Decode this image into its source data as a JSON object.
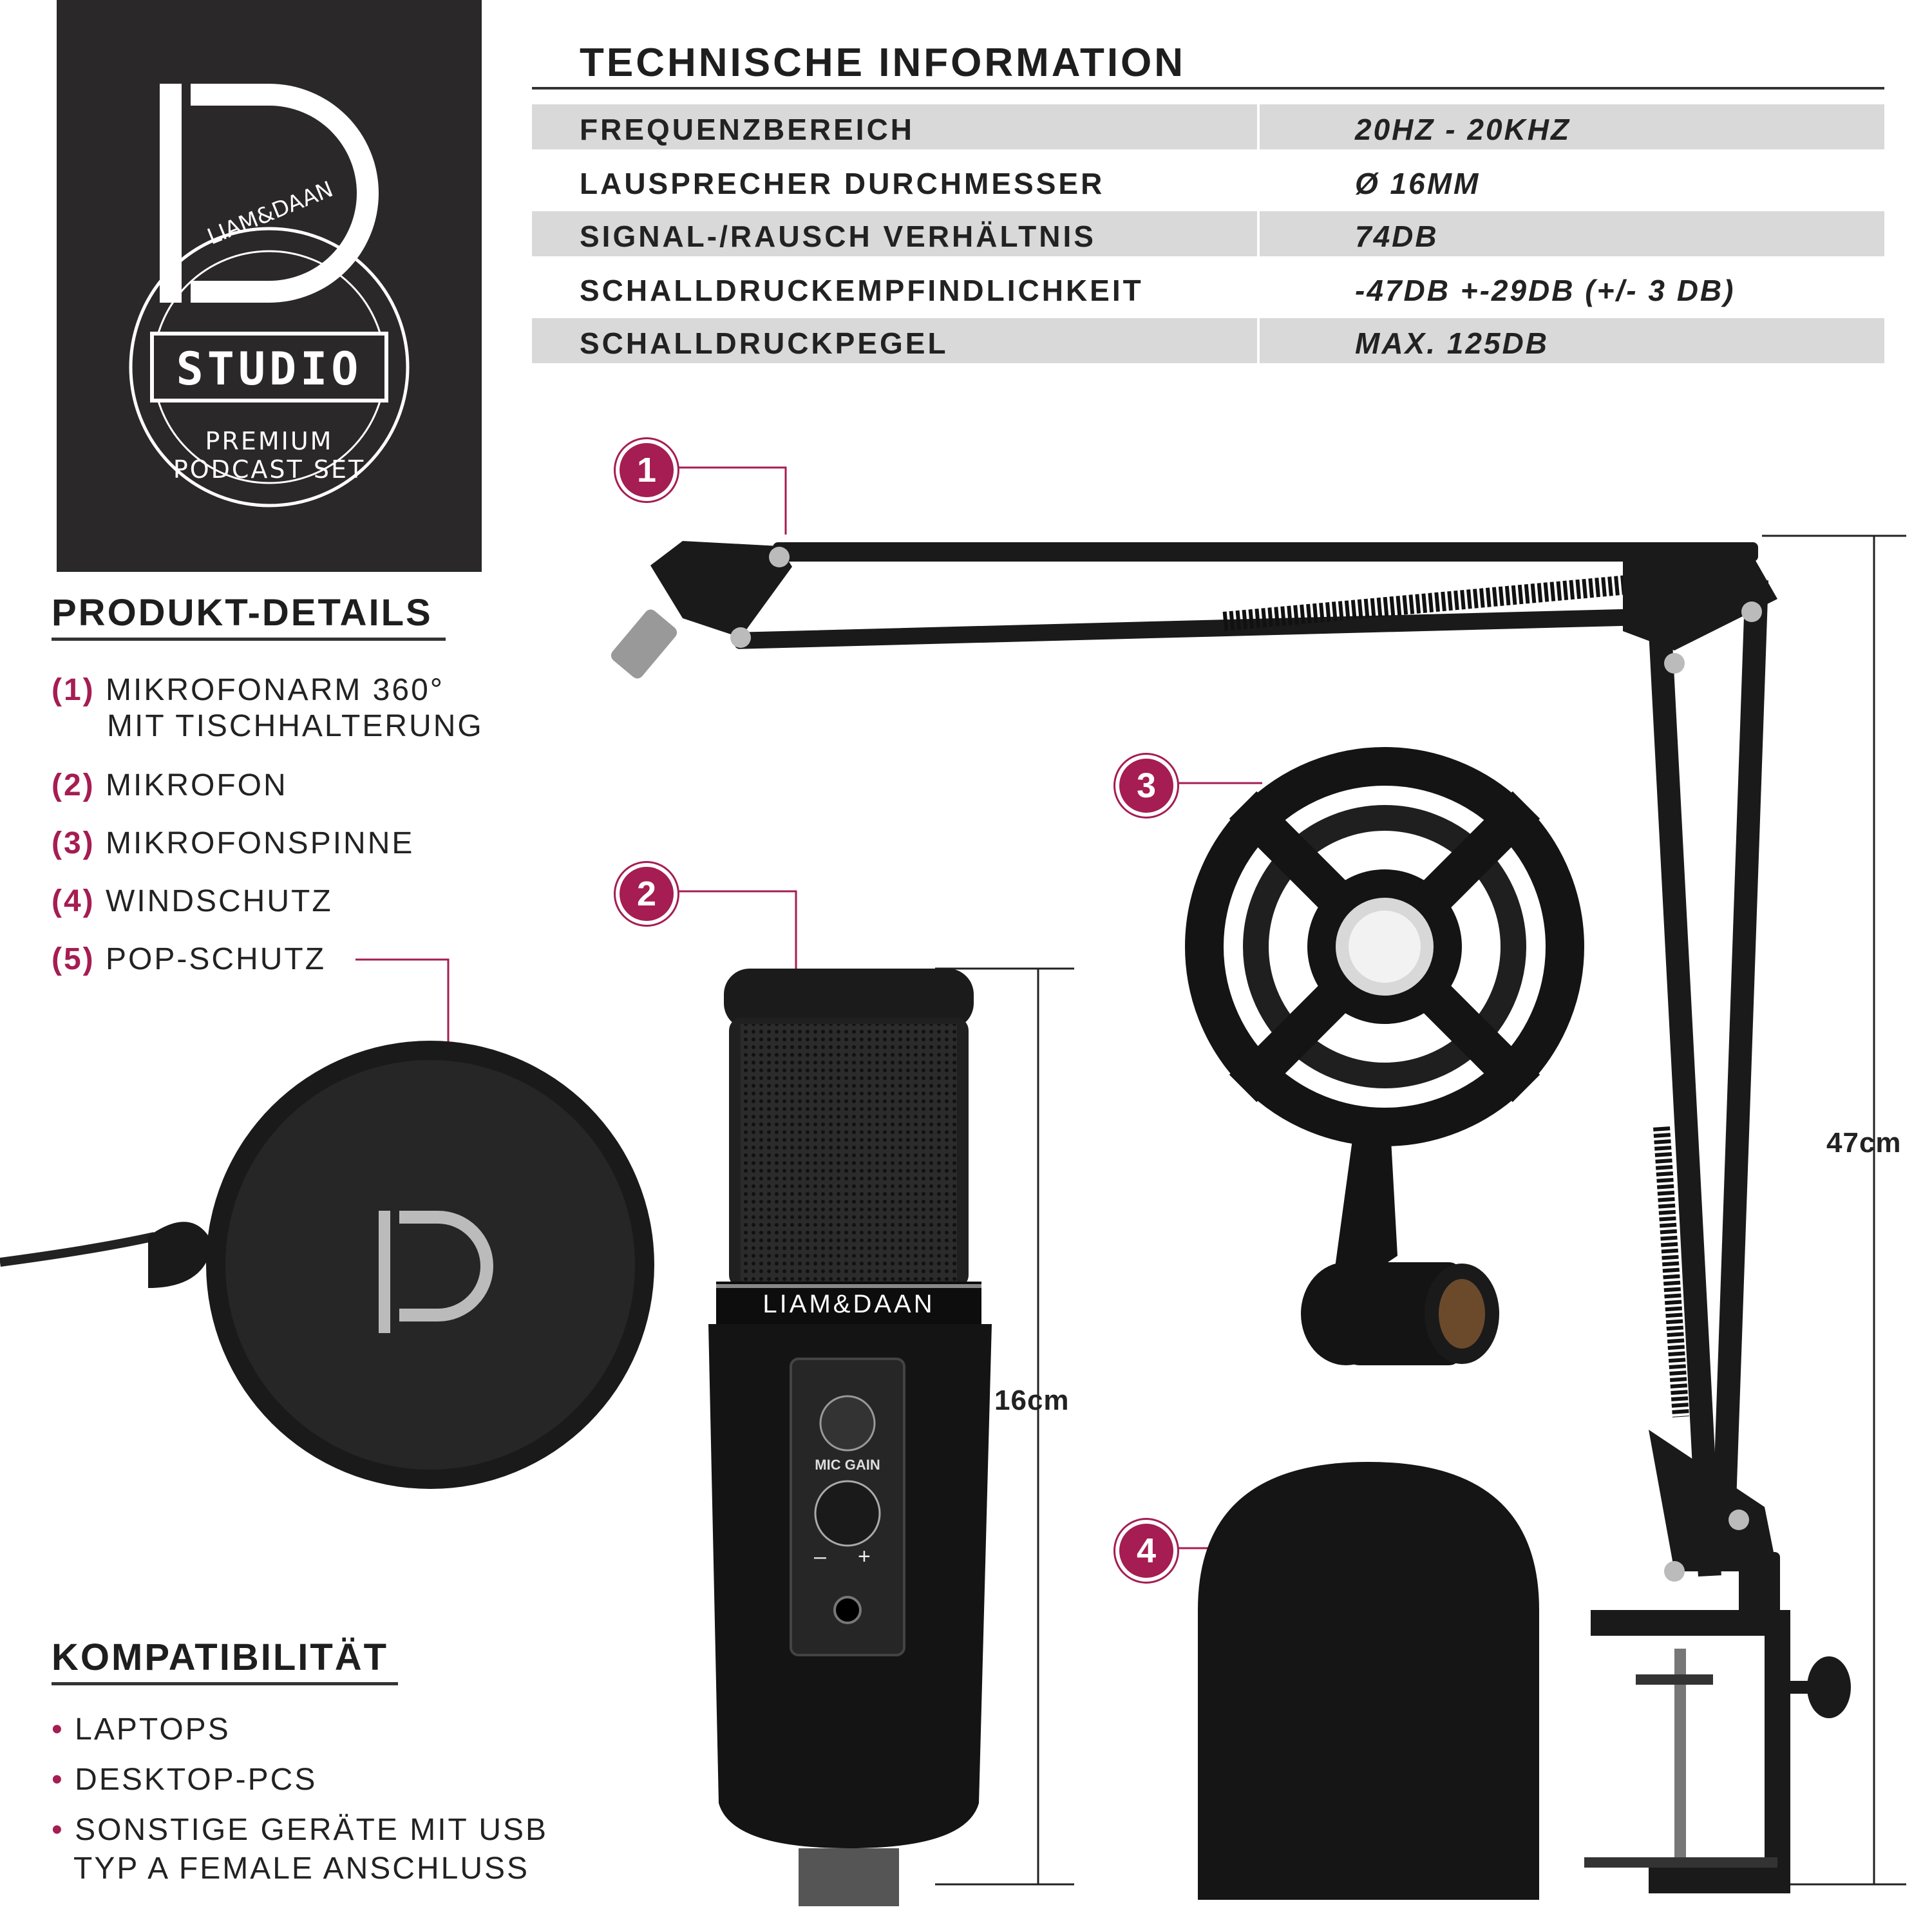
{
  "logo": {
    "letters": "LD",
    "ring_text": "LIAM&DAAN",
    "studio": "STUDIO",
    "line1": "PREMIUM",
    "line2": "PODCAST SET"
  },
  "tech": {
    "title": "TECHNISCHE INFORMATION",
    "rows": [
      {
        "label": "FREQUENZBEREICH",
        "value": "20HZ - 20KHZ"
      },
      {
        "label": "LAUSPRECHER DURCHMESSER",
        "value": "Ø 16MM"
      },
      {
        "label": "SIGNAL-/RAUSCH VERHÄLTNIS",
        "value": "74DB"
      },
      {
        "label": "SCHALLDRUCKEMPFINDLICHKEIT",
        "value": "-47DB +-29DB (+/- 3 DB)"
      },
      {
        "label": "SCHALLDRUCKPEGEL",
        "value": "MAX. 125DB"
      }
    ]
  },
  "details": {
    "title": "PRODUKT-DETAILS",
    "items": [
      {
        "num": "(1)",
        "text": "MIKROFONARM 360°",
        "text2": "MIT TISCHHALTERUNG"
      },
      {
        "num": "(2)",
        "text": "MIKROFON"
      },
      {
        "num": "(3)",
        "text": "MIKROFONSPINNE"
      },
      {
        "num": "(4)",
        "text": "WINDSCHUTZ"
      },
      {
        "num": "(5)",
        "text": "POP-SCHUTZ"
      }
    ]
  },
  "compat": {
    "title": "KOMPATIBILITÄT",
    "bullet": "•",
    "items": [
      "LAPTOPS",
      "DESKTOP-PCS",
      "SONSTIGE GERÄTE MIT USB",
      "TYP A FEMALE ANSCHLUSS"
    ]
  },
  "callouts": [
    "1",
    "2",
    "3",
    "4"
  ],
  "measurements": {
    "arm": "47cm",
    "mic": "16cm"
  },
  "mic": {
    "brand": "LIAM&DAAN",
    "gain_label": "MIC GAIN",
    "minus": "–",
    "plus": "+"
  },
  "popfilter_logo": "LD",
  "colors": {
    "accent": "#a51d52",
    "dark": "#2a2828",
    "table_shade": "#d9d9d9"
  }
}
